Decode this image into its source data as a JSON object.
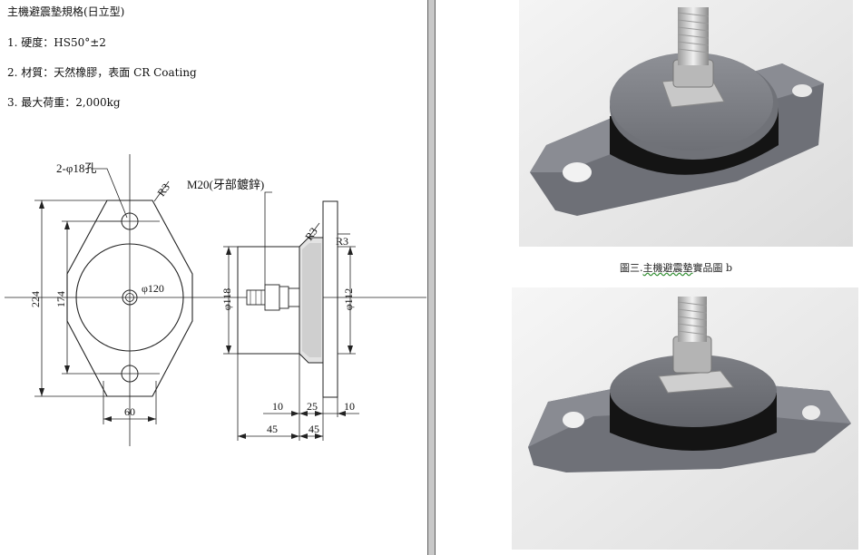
{
  "document": {
    "title": "主機避震墊規格(日立型)",
    "specs": [
      "1. 硬度：HS50°±2",
      "2. 材質：天然橡膠，表面 CR Coating",
      "3. 最大荷重：2,000kg"
    ]
  },
  "drawing": {
    "hole_label": "2-φ18孔",
    "radius_label_1": "R3",
    "thread_label": "M20(牙部鍍鋅)",
    "radius_label_2": "R3",
    "radius_label_3": "R3",
    "dim_224": "224",
    "dim_174": "174",
    "dim_120": "φ120",
    "dim_60": "60",
    "dim_118": "φ118",
    "dim_112": "φ112",
    "dim_10a": "10",
    "dim_25": "25",
    "dim_10b": "10",
    "dim_45a": "45",
    "dim_45b": "45"
  },
  "photos": {
    "caption_prefix": "圖三.",
    "caption_main": "主機避震墊",
    "caption_suffix": "實品圖 b"
  }
}
